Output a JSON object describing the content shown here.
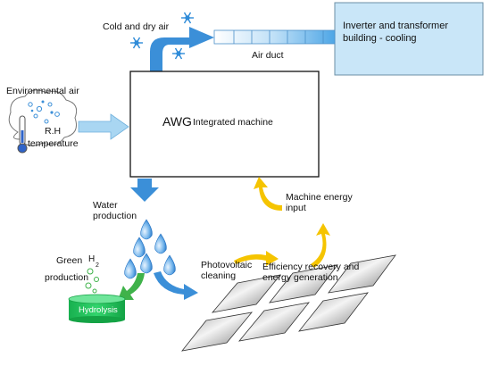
{
  "labels": {
    "cold_air": "Cold and dry air",
    "air_duct": "Air duct",
    "building": "Inverter and transformer building - cooling",
    "environmental_air": "Environmental air",
    "rh": "R.H",
    "temperature": "temperature",
    "awg": "AWG",
    "integrated_machine": "Integrated machine",
    "water_production": "Water production",
    "machine_energy": "Machine energy input",
    "green": "Green",
    "h2": "H",
    "h2_sub": "2",
    "production": "production",
    "hydrolysis": "Hydrolysis",
    "pv_cleaning": "Photovoltaic cleaning",
    "efficiency": "Efficiency recovery and energy generation"
  },
  "colors": {
    "blue_arrow": "#3b8fd8",
    "light_blue_arrow": "#a9d6f2",
    "yellow_arrow": "#f5c400",
    "green_arrow": "#3fb24a",
    "cylinder": "#1fc45a",
    "building_fill": "#c9e6f8"
  },
  "icons": [
    "snowflake-icon",
    "thermometer-icon",
    "water-drop-icon",
    "solar-panel-icon",
    "cloud-icon"
  ]
}
